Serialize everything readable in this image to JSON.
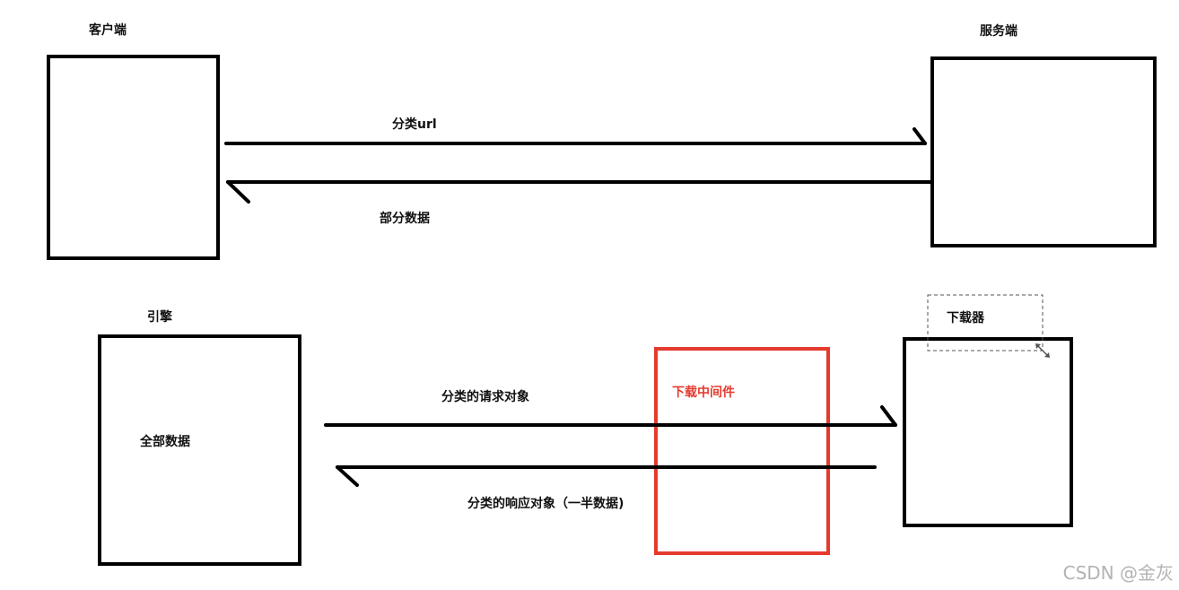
{
  "diagram": {
    "top": {
      "client_label": "客户端",
      "server_label": "服务端",
      "request_label": "分类url",
      "response_label": "部分数据"
    },
    "bottom": {
      "engine_label": "引擎",
      "engine_content": "全部数据",
      "downloader_label": "下载器",
      "middleware_label": "下载中间件",
      "request_label": "分类的请求对象",
      "response_label": "分类的响应对象（一半数据)"
    },
    "colors": {
      "line": "#000000",
      "middleware": "#e53a2e",
      "selection": "#555555",
      "watermark": "#b3b3b3"
    }
  },
  "watermark": "CSDN @金灰"
}
